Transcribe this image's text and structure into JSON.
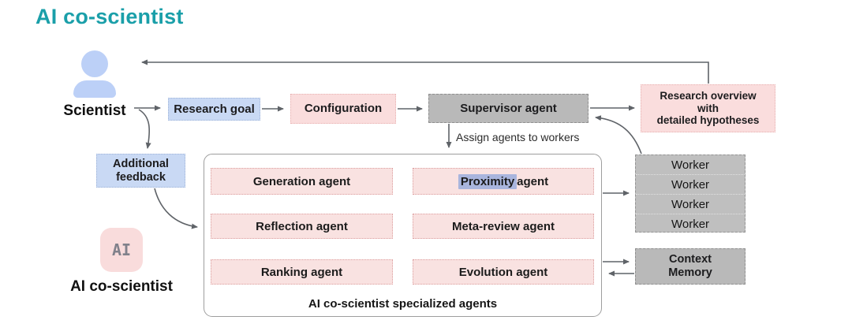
{
  "title": "AI co-scientist",
  "scientist": {
    "label": "Scientist"
  },
  "ai": {
    "icon_text": "AI",
    "label": "AI co-scientist"
  },
  "nodes": {
    "research_goal": "Research goal",
    "configuration": "Configuration",
    "supervisor": "Supervisor agent",
    "research_overview": {
      "lines": [
        "Research overview",
        "with",
        "detailed hypotheses"
      ]
    },
    "additional_feedback": {
      "lines": [
        "Additional",
        "feedback"
      ]
    },
    "context_memory": {
      "lines": [
        "Context",
        "Memory"
      ]
    }
  },
  "assign_label": "Assign agents to workers",
  "workers": [
    "Worker",
    "Worker",
    "Worker",
    "Worker"
  ],
  "container": {
    "caption": "AI co-scientist specialized agents",
    "agents": [
      {
        "label": "Generation agent"
      },
      {
        "highlight": "Proximity",
        "rest": " agent"
      },
      {
        "label": "Reflection agent"
      },
      {
        "label": "Meta-review agent"
      },
      {
        "label": "Ranking agent"
      },
      {
        "label": "Evolution agent"
      }
    ]
  },
  "colors": {
    "title_teal": "#1A9FA9",
    "blue_box": "#C9D9F4",
    "pink_box": "#FADDDD",
    "gray_box": "#B9B9B9",
    "red_arrow": "#A33B3B",
    "gray_arrow": "#5f6368",
    "proximity_highlight": "#A9B5DD"
  }
}
